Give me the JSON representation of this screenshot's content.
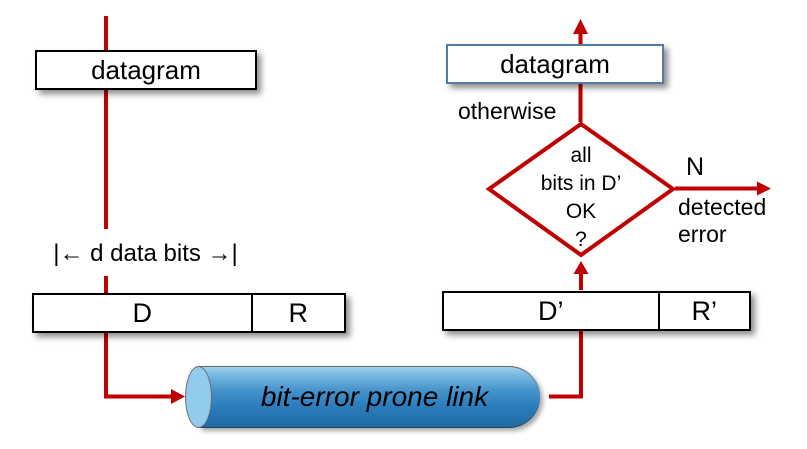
{
  "colors": {
    "red": "#C00000",
    "black": "#000000",
    "datagram_right_border": "#527BA5",
    "cylinder_cap": "#92CBEC",
    "cylinder_top": "#7FBCE2",
    "cylinder_mid": "#2E7FBE",
    "cylinder_bottom": "#1E6AA3",
    "background": "#FFFFFF"
  },
  "left": {
    "datagram_label": "datagram",
    "data_bits_label": "|← d data bits →|",
    "dr_box": {
      "d": "D",
      "r": "R"
    }
  },
  "link": {
    "label": "bit-error prone link"
  },
  "right": {
    "datagram_label": "datagram",
    "otherwise_label": "otherwise",
    "decision": {
      "lines": [
        "all",
        "bits in D’",
        "OK",
        "?"
      ]
    },
    "n_label": "N",
    "detected_lines": [
      "detected",
      "error"
    ],
    "dr_box": {
      "d": "D’",
      "r": "R’"
    }
  }
}
